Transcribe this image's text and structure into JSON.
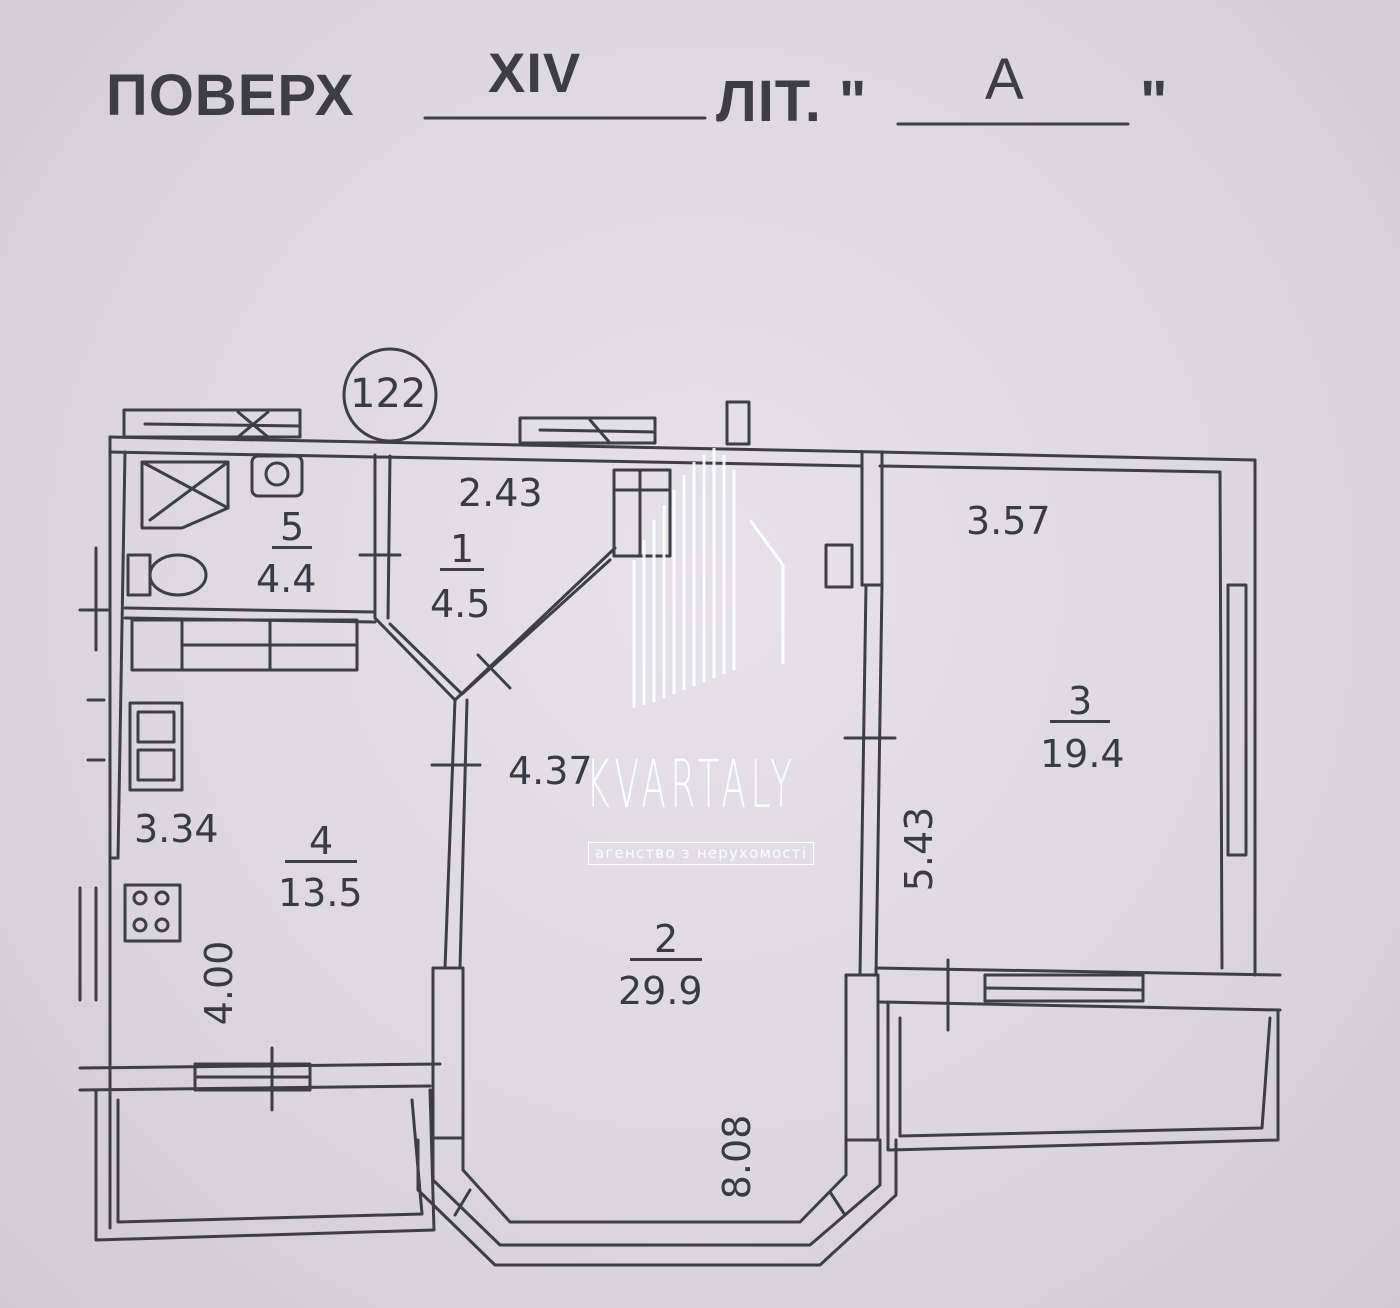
{
  "header": {
    "floor_label": "ПОВЕРХ",
    "floor_value": "XIV",
    "lit_label": "ЛІТ. \"",
    "lit_value": "А",
    "lit_close": "\""
  },
  "apartment_number": "122",
  "rooms": [
    {
      "number": "1",
      "area": "4.5"
    },
    {
      "number": "2",
      "area": "29.9"
    },
    {
      "number": "3",
      "area": "19.4"
    },
    {
      "number": "4",
      "area": "13.5"
    },
    {
      "number": "5",
      "area": "4.4"
    }
  ],
  "dimensions": {
    "d243": "2.43",
    "d357": "3.57",
    "d437": "4.37",
    "d334": "3.34",
    "d543": "5.43",
    "d400": "4.00",
    "d808": "8.08"
  },
  "watermark": {
    "name": "KVARTALY",
    "tagline": "агенство з нерухомості"
  },
  "colors": {
    "line": "#3f3e44",
    "paper": "#dcd9de",
    "watermark": "#ffffff"
  }
}
